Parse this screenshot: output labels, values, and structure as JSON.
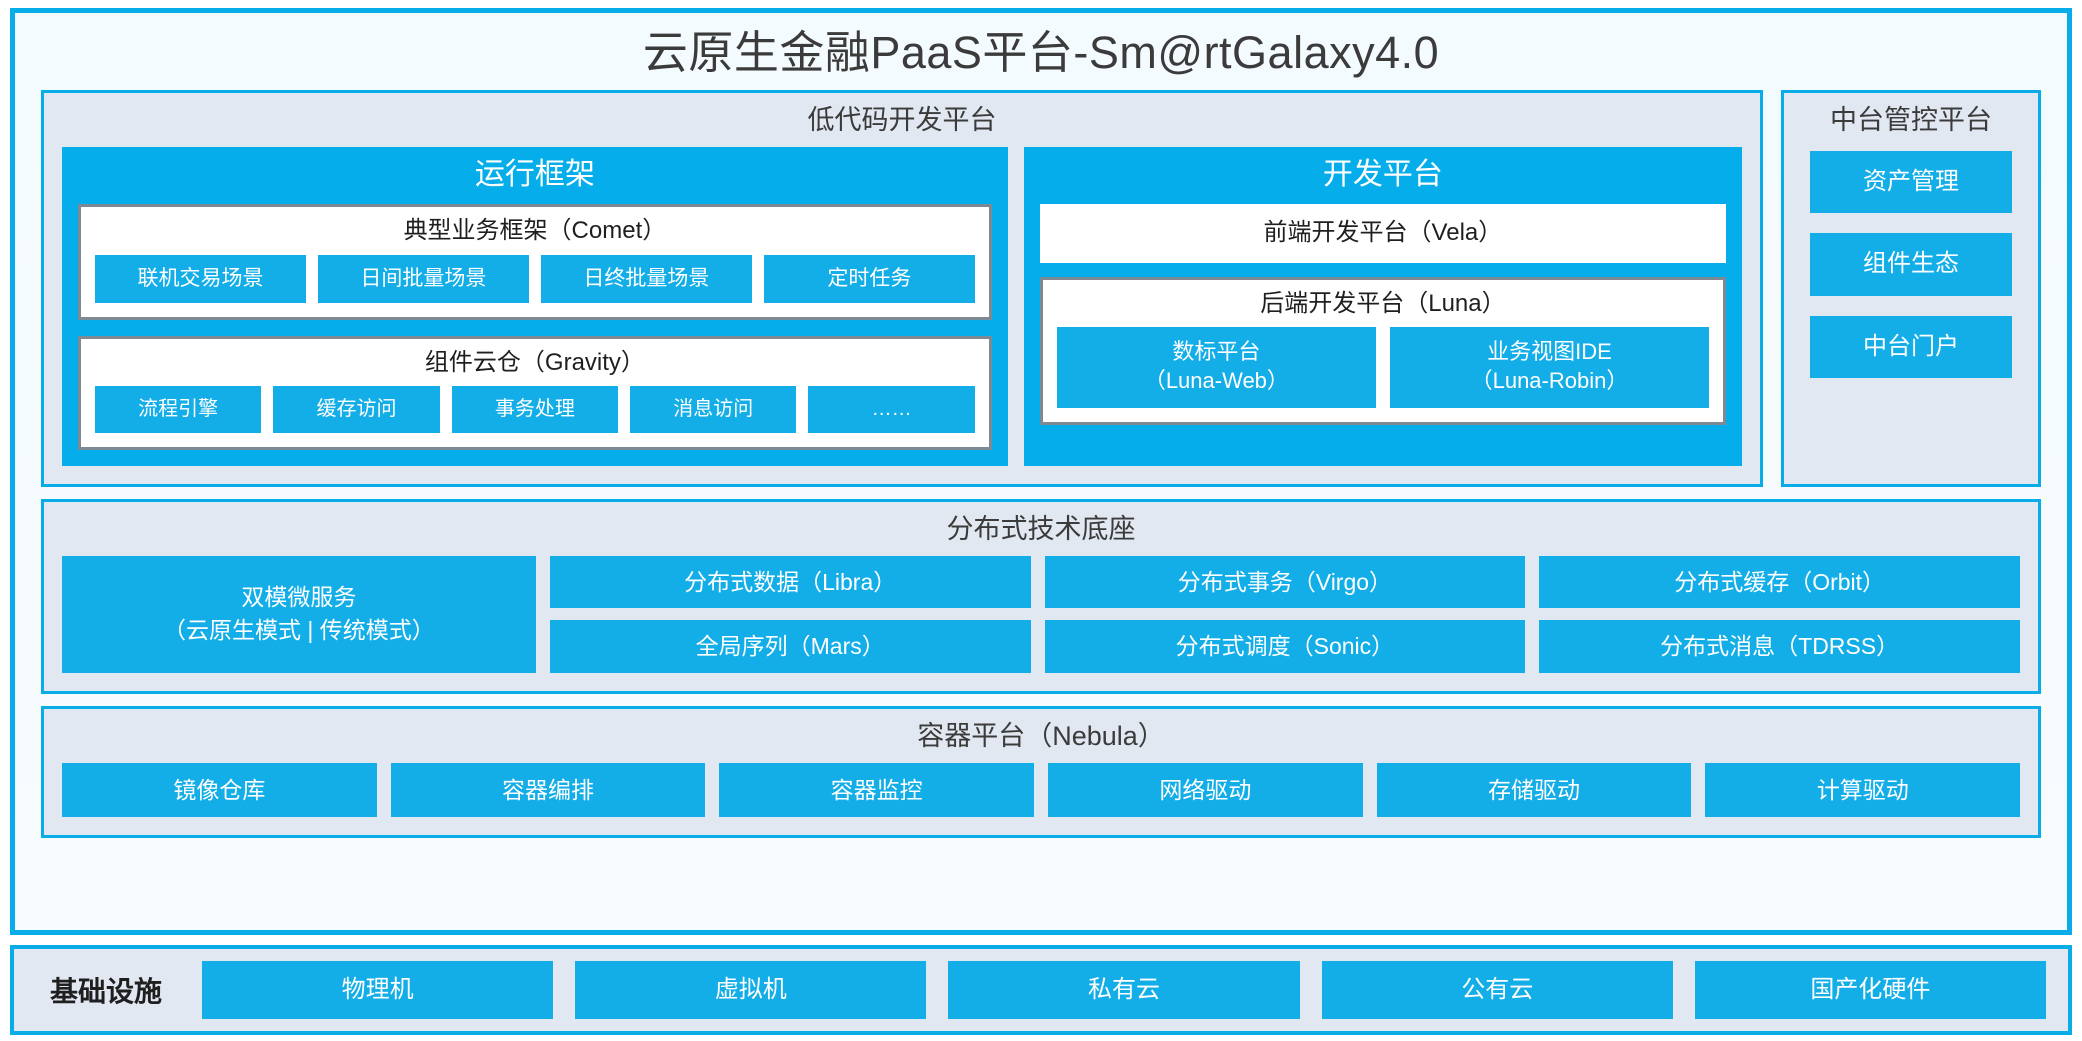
{
  "title": "云原生金融PaaS平台-Sm@rtGalaxy4.0",
  "colors": {
    "accent": "#08ACE8",
    "chip": "#13AEE8",
    "panel_bg": "#e1e8f2",
    "frame_bg": "#f5fbfe",
    "box_border": "#7d8a94"
  },
  "lowcode": {
    "title": "低代码开发平台",
    "runtime": {
      "title": "运行框架",
      "comet": {
        "title": "典型业务框架（Comet）",
        "items": [
          "联机交易场景",
          "日间批量场景",
          "日终批量场景",
          "定时任务"
        ]
      },
      "gravity": {
        "title": "组件云仓（Gravity）",
        "items": [
          "流程引擎",
          "缓存访问",
          "事务处理",
          "消息访问",
          "……"
        ]
      }
    },
    "devplatform": {
      "title": "开发平台",
      "frontend": "前端开发平台（Vela）",
      "backend": {
        "title": "后端开发平台（Luna）",
        "items": [
          {
            "line1": "数标平台",
            "line2": "（Luna-Web）"
          },
          {
            "line1": "业务视图IDE",
            "line2": "（Luna-Robin）"
          }
        ]
      }
    }
  },
  "midoffice": {
    "title": "中台管控平台",
    "items": [
      "资产管理",
      "组件生态",
      "中台门户"
    ]
  },
  "distributed": {
    "title": "分布式技术底座",
    "microservice": {
      "line1": "双模微服务",
      "line2": "（云原生模式 | 传统模式）"
    },
    "columns": [
      [
        "分布式数据（Libra）",
        "全局序列（Mars）"
      ],
      [
        "分布式事务（Virgo）",
        "分布式调度（Sonic）"
      ],
      [
        "分布式缓存（Orbit）",
        "分布式消息（TDRSS）"
      ]
    ]
  },
  "container": {
    "title": "容器平台（Nebula）",
    "items": [
      "镜像仓库",
      "容器编排",
      "容器监控",
      "网络驱动",
      "存储驱动",
      "计算驱动"
    ]
  },
  "infrastructure": {
    "label": "基础设施",
    "items": [
      "物理机",
      "虚拟机",
      "私有云",
      "公有云",
      "国产化硬件"
    ]
  }
}
